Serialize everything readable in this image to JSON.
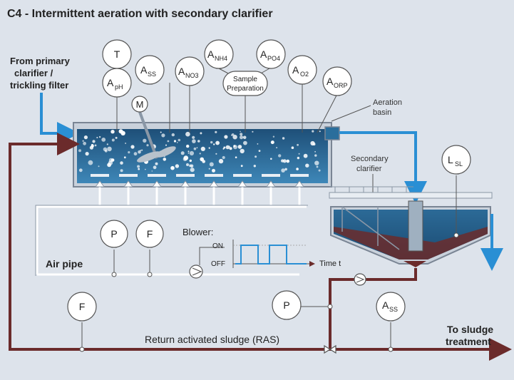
{
  "title": "C4 - Intermittent aeration with secondary clarifier",
  "labels": {
    "inlet_line1": "From primary",
    "inlet_line2": "clarifier /",
    "inlet_line3": "trickling filter",
    "aeration_line1": "Aeration",
    "aeration_line2": "basin",
    "clarifier_line1": "Secondary",
    "clarifier_line2": "clarifier",
    "air_pipe": "Air pipe",
    "blower": "Blower:",
    "on": "ON",
    "off": "OFF",
    "time_axis": "Time t",
    "ras": "Return activated sludge (RAS)",
    "sludge_line1": "To sludge",
    "sludge_line2": "treatment"
  },
  "sensors": {
    "t": {
      "main": "T",
      "sub": ""
    },
    "ph": {
      "main": "A",
      "sub": "pH"
    },
    "ss_basin": {
      "main": "A",
      "sub": "SS"
    },
    "no3": {
      "main": "A",
      "sub": "NO3"
    },
    "nh4": {
      "main": "A",
      "sub": "NH4"
    },
    "po4": {
      "main": "A",
      "sub": "PO4"
    },
    "sample_line1": "Sample",
    "sample_line2": "Preparation",
    "o2": {
      "main": "A",
      "sub": "O2"
    },
    "orp": {
      "main": "A",
      "sub": "ORP"
    },
    "lsl": {
      "main": "L",
      "sub": "SL"
    },
    "p_air": {
      "main": "P",
      "sub": ""
    },
    "f_air": {
      "main": "F",
      "sub": ""
    },
    "f_ras": {
      "main": "F",
      "sub": ""
    },
    "p_ras": {
      "main": "P",
      "sub": ""
    },
    "ss_ras": {
      "main": "A",
      "sub": "SS"
    },
    "motor": {
      "main": "M",
      "sub": ""
    }
  },
  "colors": {
    "background": "#dde3eb",
    "water_flow": "#2a8fd4",
    "ras_pipe": "#6b2b2b",
    "basin_water": "#2e6f9a",
    "blower_signal": "#2a8fd4"
  }
}
